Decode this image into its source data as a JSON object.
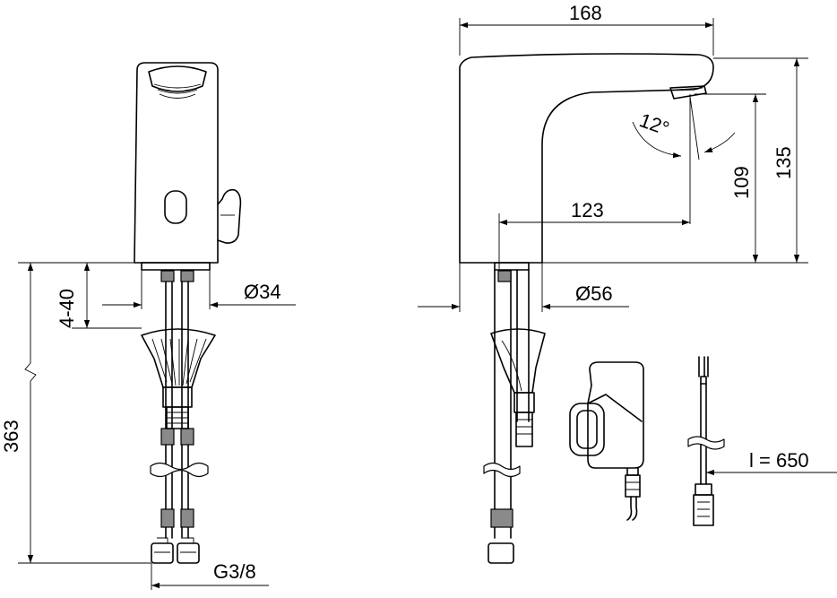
{
  "dimensions": {
    "width_top": "168",
    "height_total": "135",
    "height_spout": "109",
    "reach": "123",
    "angle": "12°",
    "diameter_front": "Ø34",
    "diameter_side": "Ø56",
    "deck_range": "4-40",
    "hose_length_total": "363",
    "connection": "G3/8",
    "cable_length": "l = 650"
  }
}
